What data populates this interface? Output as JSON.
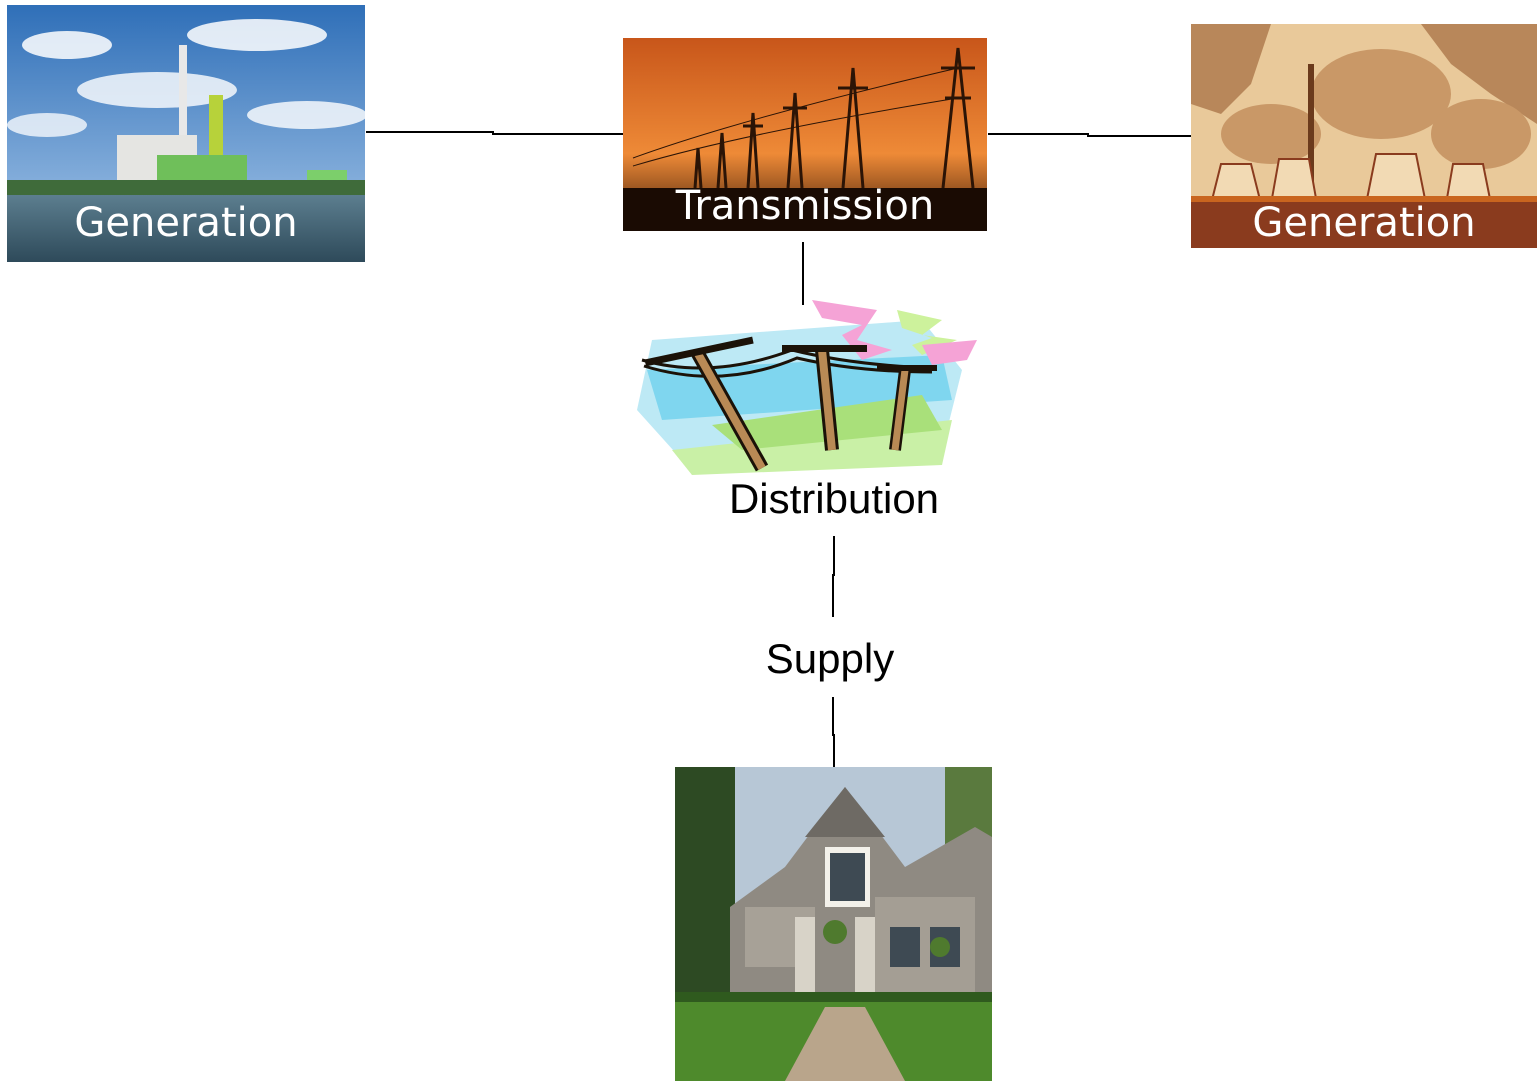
{
  "nodes": {
    "generation_left": {
      "label": "Generation",
      "icon": "power-plant-photo"
    },
    "transmission": {
      "label": "Transmission",
      "icon": "transmission-towers-photo"
    },
    "generation_right": {
      "label": "Generation",
      "icon": "smokestacks-illustration"
    },
    "distribution": {
      "label": "Distribution",
      "icon": "utility-poles-clipart"
    },
    "supply": {
      "label": "Supply"
    },
    "house": {
      "icon": "house-photo"
    }
  },
  "colors": {
    "line": "#000000",
    "caption_text": "#ffffff",
    "label_text": "#000000",
    "sky_blue": "#4f86c6",
    "sunset_orange": "#e07a2a",
    "smoke_rust": "#8a3b1e"
  },
  "edges": [
    {
      "from": "generation_left",
      "to": "transmission"
    },
    {
      "from": "transmission",
      "to": "generation_right"
    },
    {
      "from": "transmission",
      "to": "distribution"
    },
    {
      "from": "distribution",
      "to": "supply"
    },
    {
      "from": "supply",
      "to": "house"
    }
  ]
}
